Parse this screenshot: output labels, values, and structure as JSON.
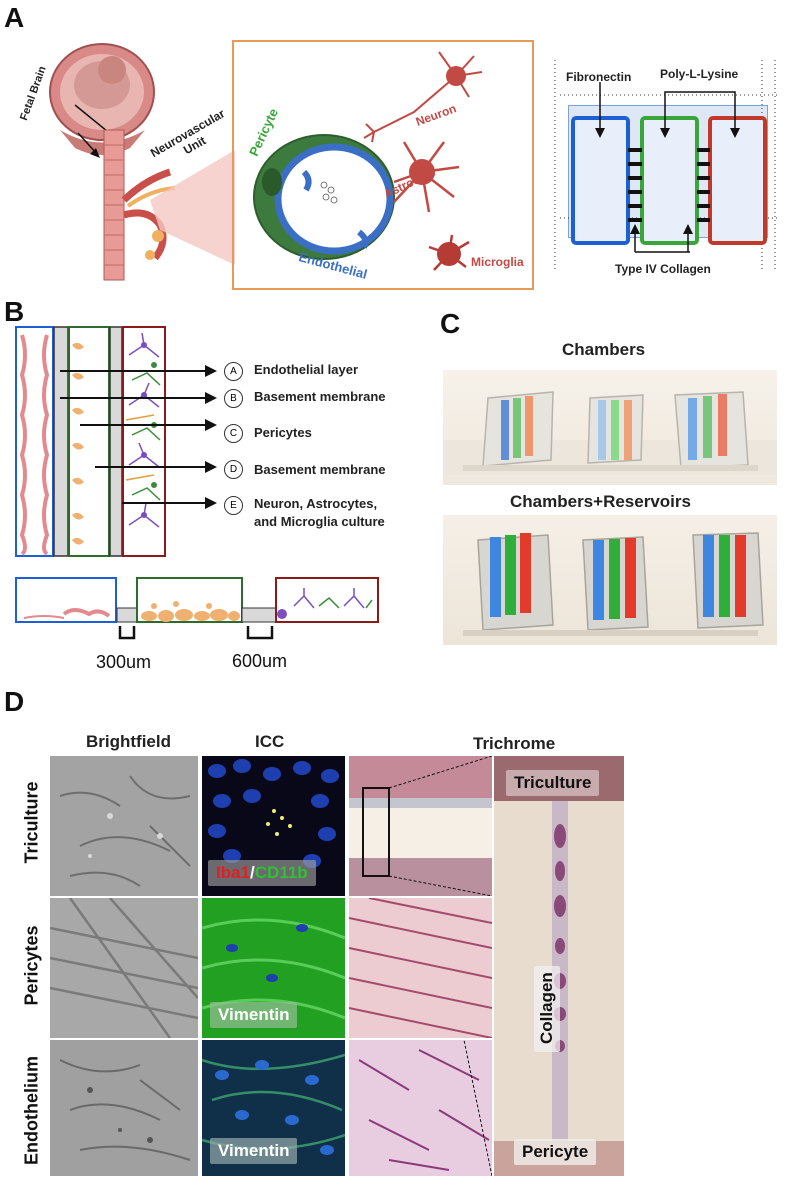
{
  "panels": {
    "a": "A",
    "b": "B",
    "c": "C",
    "d": "D"
  },
  "panel_a": {
    "fetal_brain": "Fetal Brain",
    "nvu": "Neurovascular\nUnit",
    "pericyte": "Pericyte",
    "endothelial": "Endothelial",
    "neuron": "Neuron",
    "astrocyte": "Astrocyte",
    "microglia": "Microglia",
    "fibronectin": "Fibronectin",
    "poly_lysine": "Poly-L-Lysine",
    "collagen_iv": "Type IV Collagen"
  },
  "panel_b": {
    "items": [
      {
        "letter": "A",
        "text": "Endothelial layer"
      },
      {
        "letter": "B",
        "text": "Basement membrane"
      },
      {
        "letter": "C",
        "text": "Pericytes"
      },
      {
        "letter": "D",
        "text": "Basement membrane"
      },
      {
        "letter": "E",
        "text": "Neuron, Astrocytes,",
        "text2": "and Microglia culture"
      }
    ],
    "dim1": "300um",
    "dim2": "600um"
  },
  "panel_c": {
    "chambers": "Chambers",
    "chambers_reservoirs": "Chambers+Reservoirs"
  },
  "panel_d": {
    "col_brightfield": "Brightfield",
    "col_icc": "ICC",
    "col_trichrome": "Trichrome",
    "row_triculture": "Triculture",
    "row_pericytes": "Pericytes",
    "row_endothelium": "Endothelium",
    "iba1": "Iba1",
    "slash": "/",
    "cd11b": "CD11b",
    "vimentin1": "Vimentin",
    "vimentin2": "Vimentin",
    "zoom_triculture": "Triculture",
    "zoom_collagen": "Collagen",
    "zoom_pericyte": "Pericyte"
  },
  "colors": {
    "blue": "#1f5fd6",
    "green": "#3aa53a",
    "red": "#c0392b",
    "orange": "#e69a5a",
    "dark_red": "#9b2c2c"
  }
}
